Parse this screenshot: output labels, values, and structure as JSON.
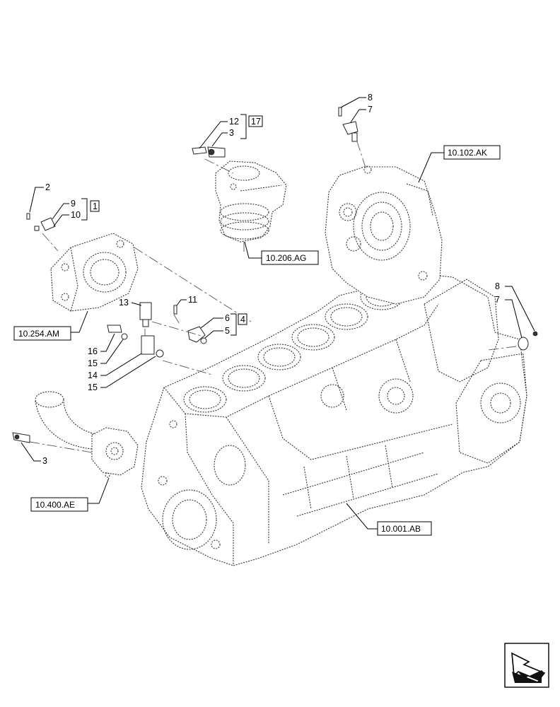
{
  "callouts": {
    "c2": "2",
    "c9": "9",
    "c10": "10",
    "c1": "1",
    "c12": "12",
    "c3_top": "3",
    "c17": "17",
    "c8_top": "8",
    "c7_top": "7",
    "c13": "13",
    "c11": "11",
    "c6": "6",
    "c5": "5",
    "c4": "4",
    "c16": "16",
    "c15_a": "15",
    "c14": "14",
    "c15_b": "15",
    "c8_right": "8",
    "c7_right": "7",
    "c3_left": "3"
  },
  "references": {
    "r_102AK": "10.102.AK",
    "r_206AG": "10.206.AG",
    "r_254AM": "10.254.AM",
    "r_400AE": "10.400.AE",
    "r_001AB": "10.001.AB"
  },
  "nav": {
    "icon": "next-page-arrow-icon"
  }
}
